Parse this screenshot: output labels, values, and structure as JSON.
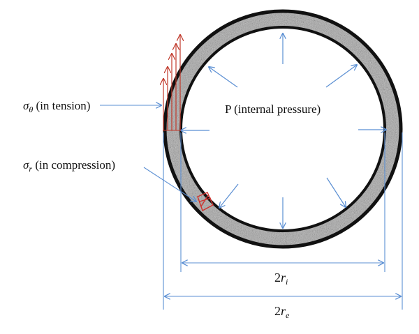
{
  "labels": {
    "sigma_theta": {
      "symbol": "σ",
      "subscript": "θ",
      "text": " (in tension)"
    },
    "sigma_r": {
      "symbol": "σ",
      "subscript": "r",
      "text": " (in compression)"
    },
    "pressure": "P (internal pressure)",
    "inner_dim": {
      "prefix": "2",
      "symbol": "r",
      "subscript": "i"
    },
    "outer_dim": {
      "prefix": "2",
      "symbol": "r",
      "subscript": "e"
    }
  },
  "colors": {
    "ring_edge": "#111111",
    "ring_fill": "#9a9a9a",
    "pressure_arrow": "#5b8fd3",
    "dimension_line": "#5b8fd3",
    "tension_arrow": "#c0392b",
    "compression_mark": "#d0312d"
  }
}
